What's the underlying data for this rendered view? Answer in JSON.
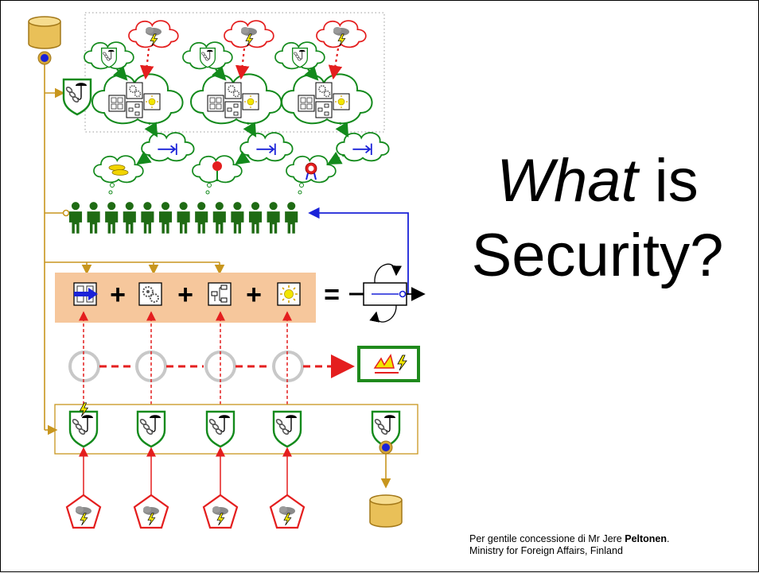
{
  "title": {
    "what": "What",
    "is": " is",
    "security": "Security?"
  },
  "credit": {
    "prefix": "Per gentile concessione di Mr Jere ",
    "name": "Peltonen",
    "suffix": ".",
    "line2": "Ministry for Foreign Affairs, Finland"
  },
  "equation": {
    "plus": "+",
    "equals": "="
  },
  "colors": {
    "background": "#ffffff",
    "frame": "#000000",
    "gold": "#c8961e",
    "orange_panel": "#f6c79c",
    "threat_red": "#e41e1e",
    "green": "#138a1c",
    "feedback_blue": "#1a22d8",
    "grey_ring": "#c8c8c8"
  },
  "icons": [
    "database-icon",
    "shield-icon",
    "threat-cloud-icon",
    "asset-cloud-icon",
    "target-cloud-icon",
    "outcome-cloud-icon",
    "person-icon",
    "assets-icon",
    "gears-icon",
    "organization-icon",
    "sun-icon",
    "control-loop-icon",
    "alarm-icon",
    "threat-pentagon-icon"
  ]
}
